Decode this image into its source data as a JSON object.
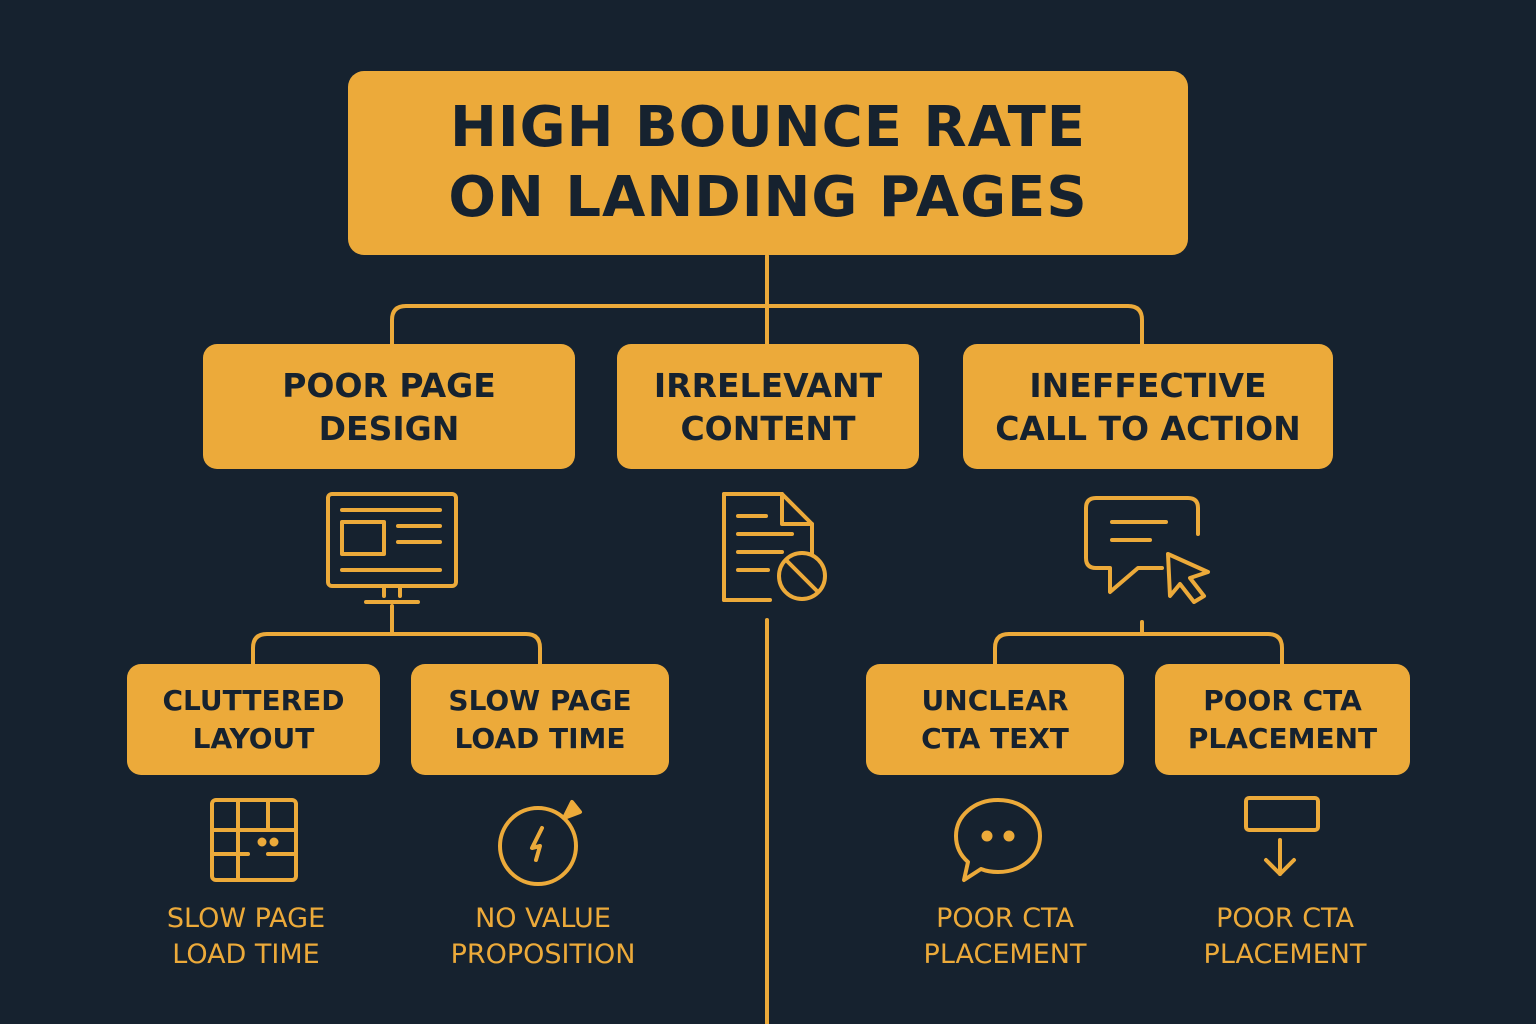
{
  "colors": {
    "background": "#16222f",
    "accent": "#ecaa3a",
    "box_text": "#16222f"
  },
  "root": {
    "label": "HIGH BOUNCE RATE\nON LANDING PAGES"
  },
  "causes": {
    "design": {
      "label": "POOR PAGE\nDESIGN",
      "icon": "monitor-icon"
    },
    "content": {
      "label": "IRRELEVANT\nCONTENT",
      "icon": "document-blocked-icon"
    },
    "cta": {
      "label": "INEFFECTIVE\nCALL TO ACTION",
      "icon": "message-cursor-icon"
    }
  },
  "sub_causes": {
    "cluttered": {
      "label": "CLUTTERED\nLAYOUT",
      "icon": "grid-layout-icon",
      "caption": "SLOW PAGE\nLOAD TIME"
    },
    "slow_load": {
      "label": "SLOW PAGE\nLOAD TIME",
      "icon": "timer-icon",
      "caption": "NO VALUE\nPROPOSITION"
    },
    "unclear_text": {
      "label": "UNCLEAR\nCTA TEXT",
      "icon": "chat-bubble-icon",
      "caption": "POOR CTA\nPLACEMENT"
    },
    "placement": {
      "label": "POOR CTA\nPLACEMENT",
      "icon": "arrow-down-box-icon",
      "caption": "POOR CTA\nPLACEMENT"
    }
  }
}
